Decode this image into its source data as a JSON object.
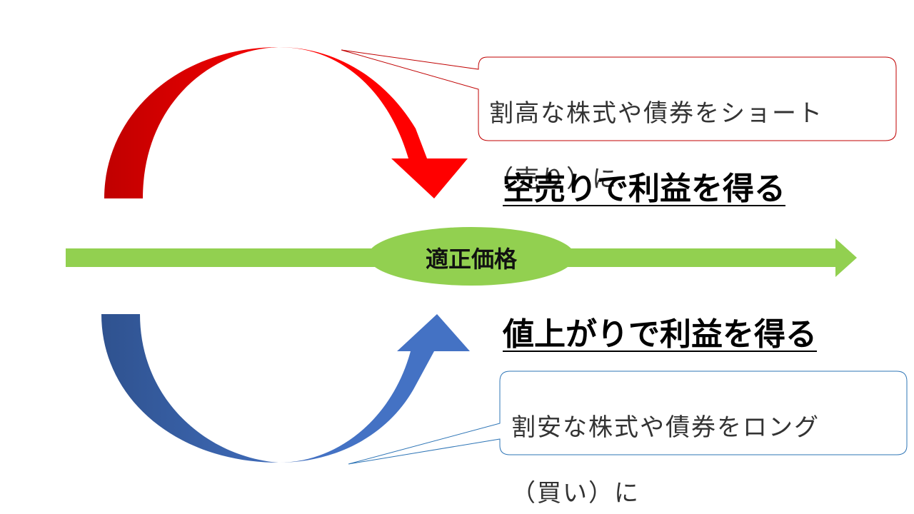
{
  "top_callout": {
    "line1": "割高な株式や債券をショート",
    "line2": "（売り）に"
  },
  "top_headline": "空売りで利益を得る",
  "center_label": "適正価格",
  "bottom_headline": "値上がりで利益を得る",
  "bottom_callout": {
    "line1": "割安な株式や債券をロング",
    "line2": "（買い）に"
  },
  "colors": {
    "red_arrow": "#ff0000",
    "red_arrow_dark": "#c00000",
    "blue_arrow": "#4472c4",
    "blue_arrow_dark": "#2f528f",
    "green_arrow": "#92d050",
    "red_callout_border": "#c00000",
    "blue_callout_border": "#2e75b6"
  }
}
